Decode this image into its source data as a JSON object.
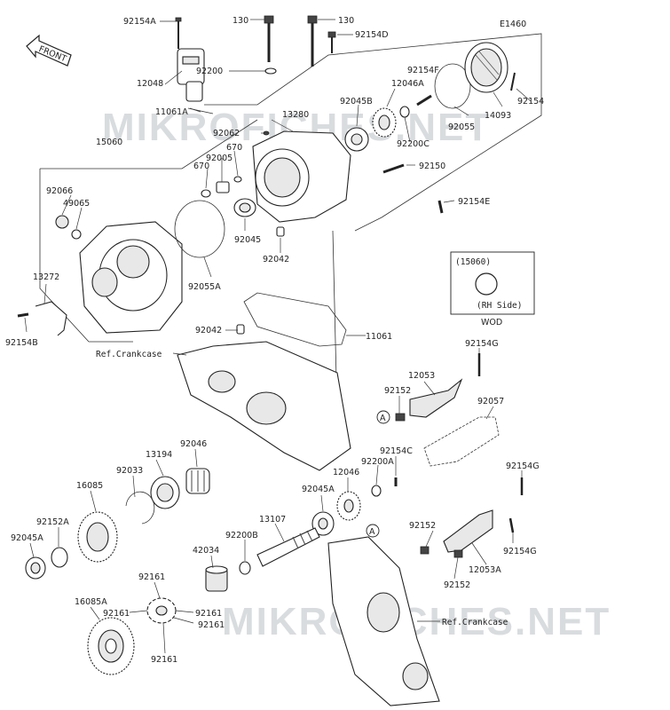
{
  "diagram_code": "E1460",
  "watermark": "MIKROFICHES.NET",
  "front_label": "FRONT",
  "inset": {
    "ref": "(15060)",
    "side": "(RH Side)",
    "note": "WOD"
  },
  "ref_crankcase": "Ref.Crankcase",
  "circle_a": "A",
  "parts": {
    "p92154A": "92154A",
    "p130a": "130",
    "p130b": "130",
    "p92154D": "92154D",
    "p12048": "12048",
    "p92200": "92200",
    "p11061A": "11061A",
    "p13280": "13280",
    "p92062": "92062",
    "p15060": "15060",
    "p670a": "670",
    "p670b": "670",
    "p92005": "92005",
    "p92154F": "92154F",
    "p12046A": "12046A",
    "p92045B": "92045B",
    "p92055": "92055",
    "p14093": "14093",
    "p92154": "92154",
    "p92200C": "92200C",
    "p92150": "92150",
    "p92154E": "92154E",
    "p92066": "92066",
    "p49065": "49065",
    "p92045": "92045",
    "p92042a": "92042",
    "p92055A": "92055A",
    "p13272": "13272",
    "p92154B": "92154B",
    "p92042b": "92042",
    "p11061": "11061",
    "p92154G": "92154G",
    "p12053": "12053",
    "p92152a": "92152",
    "p92057": "92057",
    "p92154C": "92154C",
    "p92200A": "92200A",
    "p12046": "12046",
    "p92045A": "92045A",
    "p13194": "13194",
    "p92046": "92046",
    "p92033": "92033",
    "p16085": "16085",
    "p92152A": "92152A",
    "p92045A2": "92045A",
    "p13107": "13107",
    "p92200B": "92200B",
    "p42034": "42034",
    "p92154G2": "92154G",
    "p92152b": "92152",
    "p92152c": "92152",
    "p12053A": "12053A",
    "p92154G3": "92154G",
    "p92161a": "92161",
    "p16085A": "16085A",
    "p92161b": "92161",
    "p92161c": "92161",
    "p92161d": "92161",
    "p92161e": "92161"
  }
}
